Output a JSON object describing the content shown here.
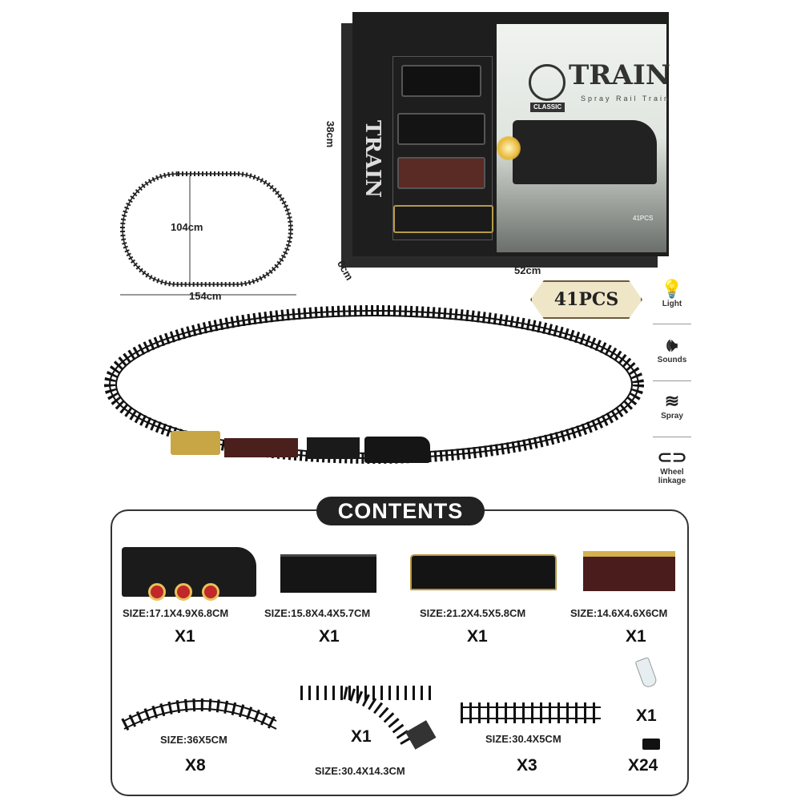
{
  "box": {
    "brand_title": "TRAIN",
    "subtitle": "Spray Rail Train",
    "badge": "CLASSIC",
    "side_title": "TRAIN",
    "pcs_label": "41PCS"
  },
  "dimensions": {
    "box_height": "38cm",
    "box_depth": "6cm",
    "box_width": "52cm",
    "track_height": "104cm",
    "track_width": "154cm"
  },
  "pcs_badge": "41PCS",
  "features": [
    {
      "label": "Light",
      "icon": "light-bulb-icon"
    },
    {
      "label": "Sounds",
      "icon": "speaker-icon"
    },
    {
      "label": "Spray",
      "icon": "wind-icon"
    },
    {
      "label": "Wheel linkage",
      "icon": "linkage-icon"
    }
  ],
  "contents": {
    "title": "CONTENTS",
    "row1": [
      {
        "name": "locomotive",
        "size": "SIZE:17.1X4.9X6.8CM",
        "qty": "X1"
      },
      {
        "name": "freight-car",
        "size": "SIZE:15.8X4.4X5.7CM",
        "qty": "X1"
      },
      {
        "name": "passenger-car",
        "size": "SIZE:21.2X4.5X5.8CM",
        "qty": "X1"
      },
      {
        "name": "caboose",
        "size": "SIZE:14.6X4.6X6CM",
        "qty": "X1"
      }
    ],
    "row2": [
      {
        "name": "curved-track",
        "size": "SIZE:36X5CM",
        "qty": "X8"
      },
      {
        "name": "switch-track",
        "size": "SIZE:30.4X14.3CM",
        "qty": "X1"
      },
      {
        "name": "straight-track",
        "size": "SIZE:30.4X5CM",
        "qty": "X3"
      },
      {
        "name": "dropper",
        "qty": "X1"
      },
      {
        "name": "track-connector",
        "qty": "X24"
      }
    ]
  },
  "colors": {
    "box_dark": "#1e1e1e",
    "wheel_red": "#c0282a",
    "gold": "#e6c25a",
    "badge": "#efe6c8"
  }
}
